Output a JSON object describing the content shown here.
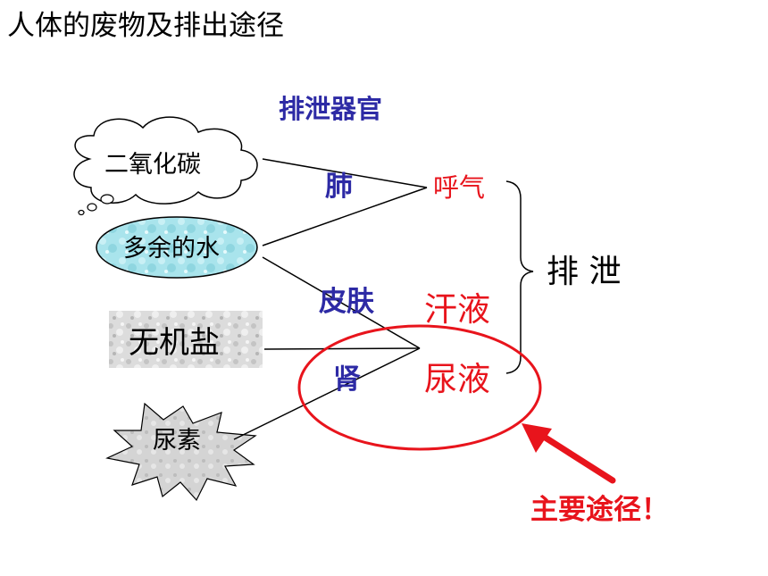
{
  "title": "人体的废物及排出途径",
  "header": "排泄器官",
  "wastes": {
    "co2": "二氧化碳",
    "water": "多余的水",
    "salt": "无机盐",
    "urea": "尿素"
  },
  "organs": {
    "lung": "肺",
    "skin": "皮肤",
    "kidney": "肾"
  },
  "routes": {
    "breath": "呼气",
    "sweat": "汗液",
    "urine": "尿液"
  },
  "summary": "排 泄",
  "note": "主要途径！",
  "colors": {
    "blue": "#2d2aa5",
    "red": "#e8141c",
    "black": "#000000",
    "water_fill": "#a9e4ec"
  }
}
